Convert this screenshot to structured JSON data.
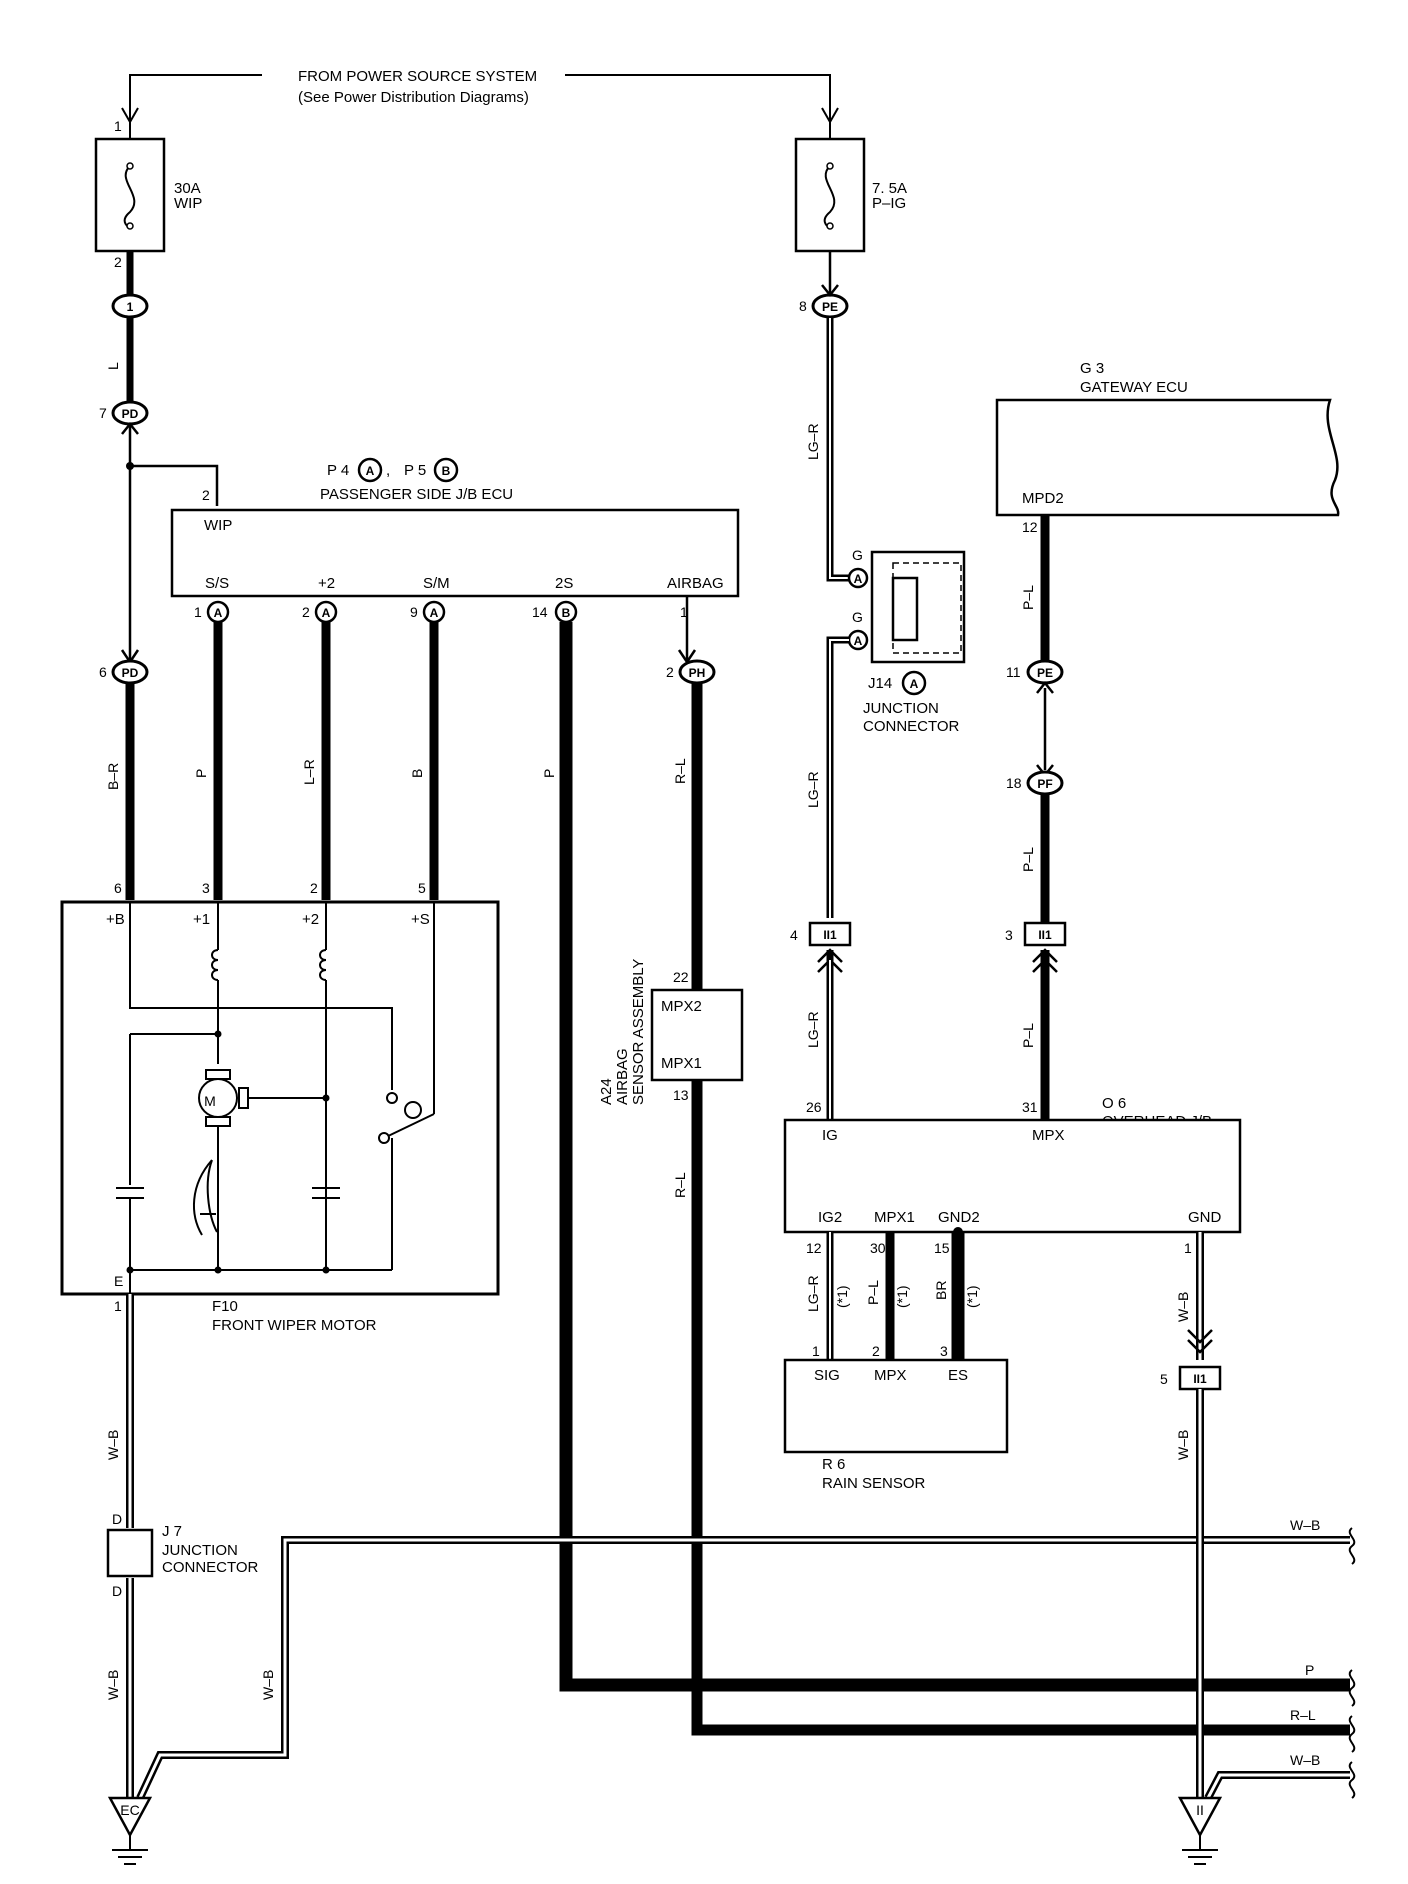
{
  "power_source": {
    "title": "FROM POWER SOURCE SYSTEM",
    "subtitle": "(See Power Distribution Diagrams)"
  },
  "fuses": {
    "wip": {
      "rating": "30A",
      "name": "WIP",
      "pin_in": "1",
      "pin_out": "2"
    },
    "pig": {
      "rating": "7. 5A",
      "name": "P–IG"
    }
  },
  "junction_labels": {
    "n1": "1",
    "pd": "PD",
    "pe": "PE",
    "pf": "PF",
    "ph": "PH",
    "a": "A",
    "b": "B",
    "g": "G",
    "ii1": "II1",
    "d": "D"
  },
  "pins": {
    "n1": "1",
    "n2": "2",
    "n3": "3",
    "n4": "4",
    "n5": "5",
    "n6": "6",
    "n7": "7",
    "n8": "8",
    "n9": "9",
    "n11": "11",
    "n12": "12",
    "n13": "13",
    "n14": "14",
    "n15": "15",
    "n18": "18",
    "n22": "22",
    "n26": "26",
    "n30": "30",
    "n31": "31"
  },
  "ecu": {
    "code1": "P 4",
    "code2": "P 5",
    "name": "PASSENGER SIDE J/B ECU",
    "terminals": {
      "wip": "WIP",
      "ss": "S/S",
      "p2": "+2",
      "sm": "S/M",
      "s2": "2S",
      "airbag": "AIRBAG"
    }
  },
  "gateway": {
    "code": "G 3",
    "name": "GATEWAY ECU",
    "terminal": "MPD2"
  },
  "j14": {
    "code": "J14",
    "name_line1": "JUNCTION",
    "name_line2": "CONNECTOR"
  },
  "wiper_motor": {
    "code": "F10",
    "name": "FRONT WIPER MOTOR",
    "terminals": {
      "b": "+B",
      "p1": "+1",
      "p2": "+2",
      "s": "+S",
      "e": "E"
    },
    "motor": "M"
  },
  "airbag_sensor": {
    "code": "A24",
    "name_line1": "AIRBAG",
    "name_line2": "SENSOR ASSEMBLY",
    "terminals": {
      "mpx2": "MPX2",
      "mpx1": "MPX1"
    }
  },
  "overhead": {
    "code": "O 6",
    "name": "OVERHEAD J/B",
    "terminals": {
      "ig": "IG",
      "mpx": "MPX",
      "ig2": "IG2",
      "mpx1": "MPX1",
      "gnd2": "GND2",
      "gnd": "GND"
    }
  },
  "rain_sensor": {
    "code": "R 6",
    "name": "RAIN SENSOR",
    "terminals": {
      "sig": "SIG",
      "mpx": "MPX",
      "es": "ES"
    }
  },
  "j7": {
    "code": "J 7",
    "name_line1": "JUNCTION",
    "name_line2": "CONNECTOR"
  },
  "wires": {
    "l": "L",
    "br": "B–R",
    "p": "P",
    "lr": "L–R",
    "b": "B",
    "rl": "R–L",
    "lgr": "LG–R",
    "pl": "P–L",
    "wb": "W–B",
    "brn": "BR",
    "note": "(*1)"
  },
  "grounds": {
    "ec": "EC",
    "ii": "II"
  },
  "colors": {
    "ink": "#000000",
    "paper": "#ffffff"
  }
}
